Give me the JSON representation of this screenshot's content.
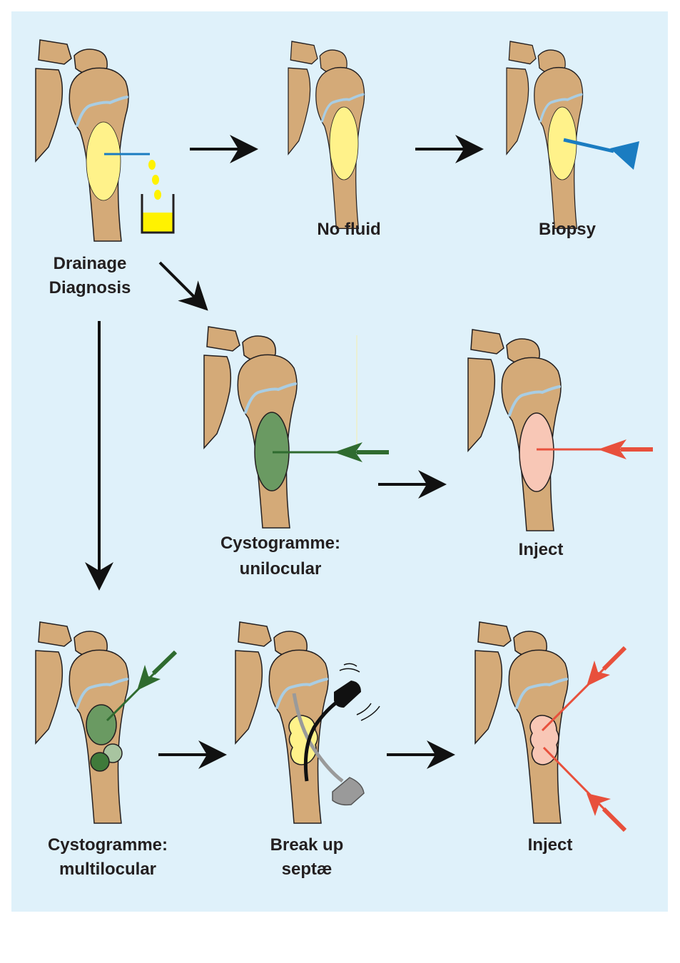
{
  "colors": {
    "background": "#dff1fa",
    "bone": "#d4aa78",
    "growth_plate": "#a9cde3",
    "cyst_fluid": "#fff28a",
    "fluid_yellow": "#fff200",
    "needle_blue": "#1a7cc1",
    "contrast_green": "#2f6b2f",
    "cyst_green": "#6a9a62",
    "inject_red": "#e8503c",
    "inject_cyst": "#f8c7b6",
    "tool_black": "#111111",
    "tool_grey": "#9a9a9a",
    "arrow": "#111111"
  },
  "labels": {
    "drainage_1": "Drainage",
    "drainage_2": "Diagnosis",
    "no_fluid": "No fluid",
    "biopsy": "Biopsy",
    "cystogramme_uni_1": "Cystogramme:",
    "cystogramme_uni_2": "unilocular",
    "inject_1": "Inject",
    "cystogramme_multi_1": "Cystogramme:",
    "cystogramme_multi_2": "multilocular",
    "break_up_1": "Break up",
    "break_up_2": "septæ",
    "inject_2": "Inject"
  }
}
